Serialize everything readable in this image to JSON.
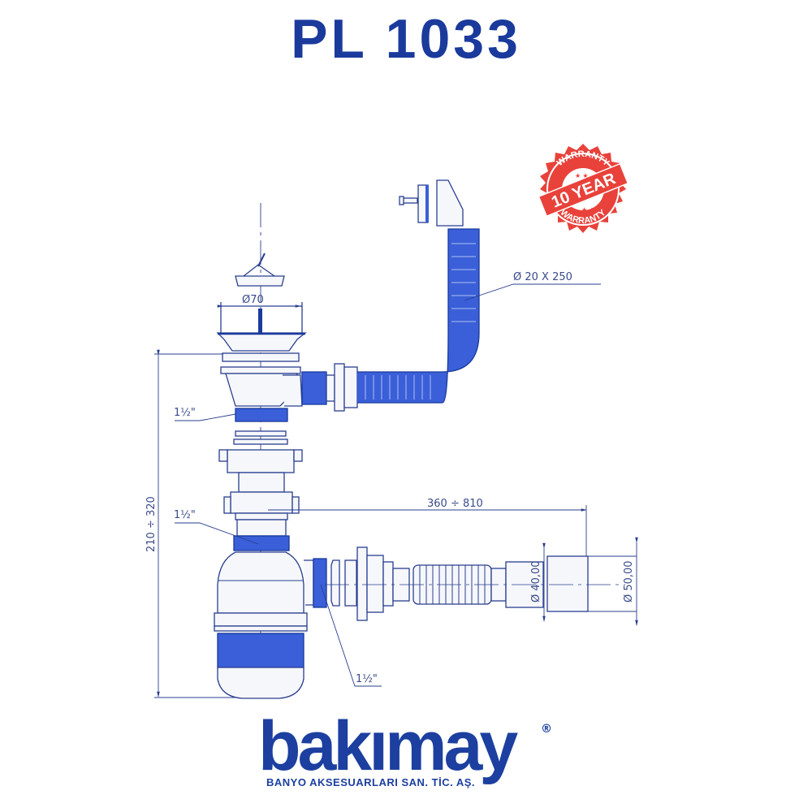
{
  "header": {
    "title": "PL 1033"
  },
  "badge": {
    "top_text": "WARRANTY",
    "center_text": "10 YEAR",
    "bottom_text": "WARRANTY",
    "color": "#e8423b"
  },
  "drawing": {
    "line_color": "#2a3f8f",
    "accent_color": "#3a5fd8",
    "labels": {
      "overflow_hose": "Ø 20 X 250",
      "strainer_diameter": "Ø70",
      "thread_upper": "1½\"",
      "thread_middle": "1½\"",
      "thread_outlet": "1½\"",
      "height_range": "210 ÷ 320",
      "length_range": "360 ÷ 810",
      "pipe_d40": "Ø 40,00",
      "pipe_d50": "Ø 50,00"
    }
  },
  "logo": {
    "brand": "bakımay",
    "registered": "®",
    "subtitle": "BANYO AKSESUARLARI SAN. TİC. AŞ."
  }
}
